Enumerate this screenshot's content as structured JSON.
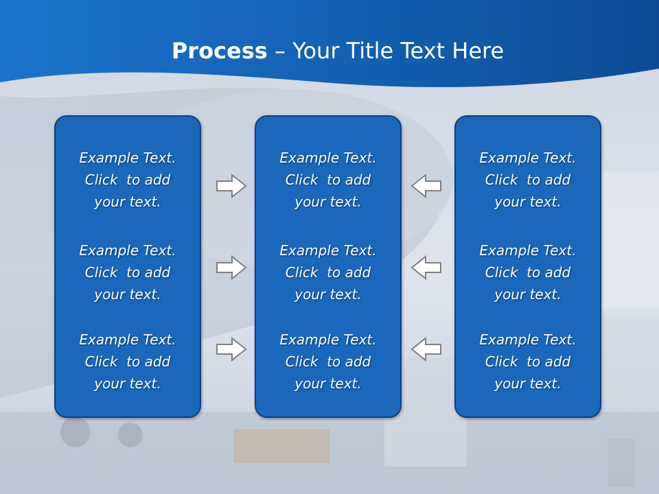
{
  "title": {
    "bold": "Process",
    "rest": " – Your Title Text Here"
  },
  "panels": [
    {
      "items": [
        {
          "line1": "Example Text.",
          "line2": "Click  to add",
          "line3": "your text."
        },
        {
          "line1": "Example Text.",
          "line2": "Click  to add",
          "line3": "your text."
        },
        {
          "line1": "Example Text.",
          "line2": "Click  to add",
          "line3": "your text."
        }
      ]
    },
    {
      "items": [
        {
          "line1": "Example Text.",
          "line2": "Click  to add",
          "line3": "your text."
        },
        {
          "line1": "Example Text.",
          "line2": "Click  to add",
          "line3": "your text."
        },
        {
          "line1": "Example Text.",
          "line2": "Click  to add",
          "line3": "your text."
        }
      ]
    },
    {
      "items": [
        {
          "line1": "Example Text.",
          "line2": "Click  to add",
          "line3": "your text."
        },
        {
          "line1": "Example Text.",
          "line2": "Click  to add",
          "line3": "your text."
        },
        {
          "line1": "Example Text.",
          "line2": "Click  to add",
          "line3": "your text."
        }
      ]
    }
  ],
  "arrows": {
    "left_column": [
      "arrow-right-icon",
      "arrow-right-icon",
      "arrow-right-icon"
    ],
    "right_column": [
      "arrow-left-icon",
      "arrow-left-icon",
      "arrow-left-icon"
    ]
  },
  "colors": {
    "header_blue": "#1565b5",
    "panel_fill": "#1a67bb",
    "panel_border": "#0d3f7e",
    "arrow_fill": "#ffffff",
    "arrow_stroke": "#7f7f7f"
  }
}
